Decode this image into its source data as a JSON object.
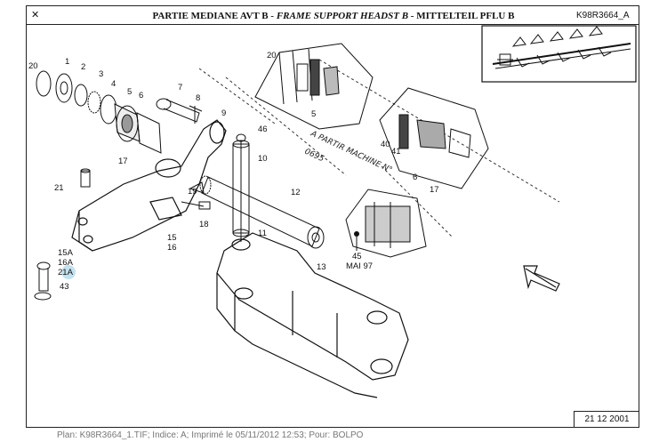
{
  "header": {
    "corner_mark": "✕",
    "title_fr": "PARTIE MEDIANE AVT B",
    "sep1": " - ",
    "title_en": "FRAME SUPPORT HEADST B",
    "sep2": " - ",
    "title_de": "MITTELTEIL PFLU B",
    "ref": "K98R3664_A"
  },
  "callouts": [
    "20",
    "1",
    "2",
    "3",
    "4",
    "5",
    "6",
    "7",
    "8",
    "9",
    "46",
    "10",
    "17",
    "21",
    "19",
    "18",
    "12",
    "15",
    "16",
    "11",
    "15A",
    "16A",
    "21A",
    "43",
    "13",
    "20",
    "5",
    "40",
    "41",
    "6",
    "17",
    "45"
  ],
  "inset": {
    "handwriting": "A PARTIR MACHINE N°",
    "serial": "0695",
    "date_note": "MAI 97"
  },
  "footer": {
    "date": "21 12 2001",
    "print_line": "Plan: K98R3664_1.TIF; Indice: A; Imprimé le 05/11/2012 12:53; Pour: BOLPO"
  },
  "colors": {
    "ink": "#111111",
    "highlight": "#a9d4e8"
  }
}
